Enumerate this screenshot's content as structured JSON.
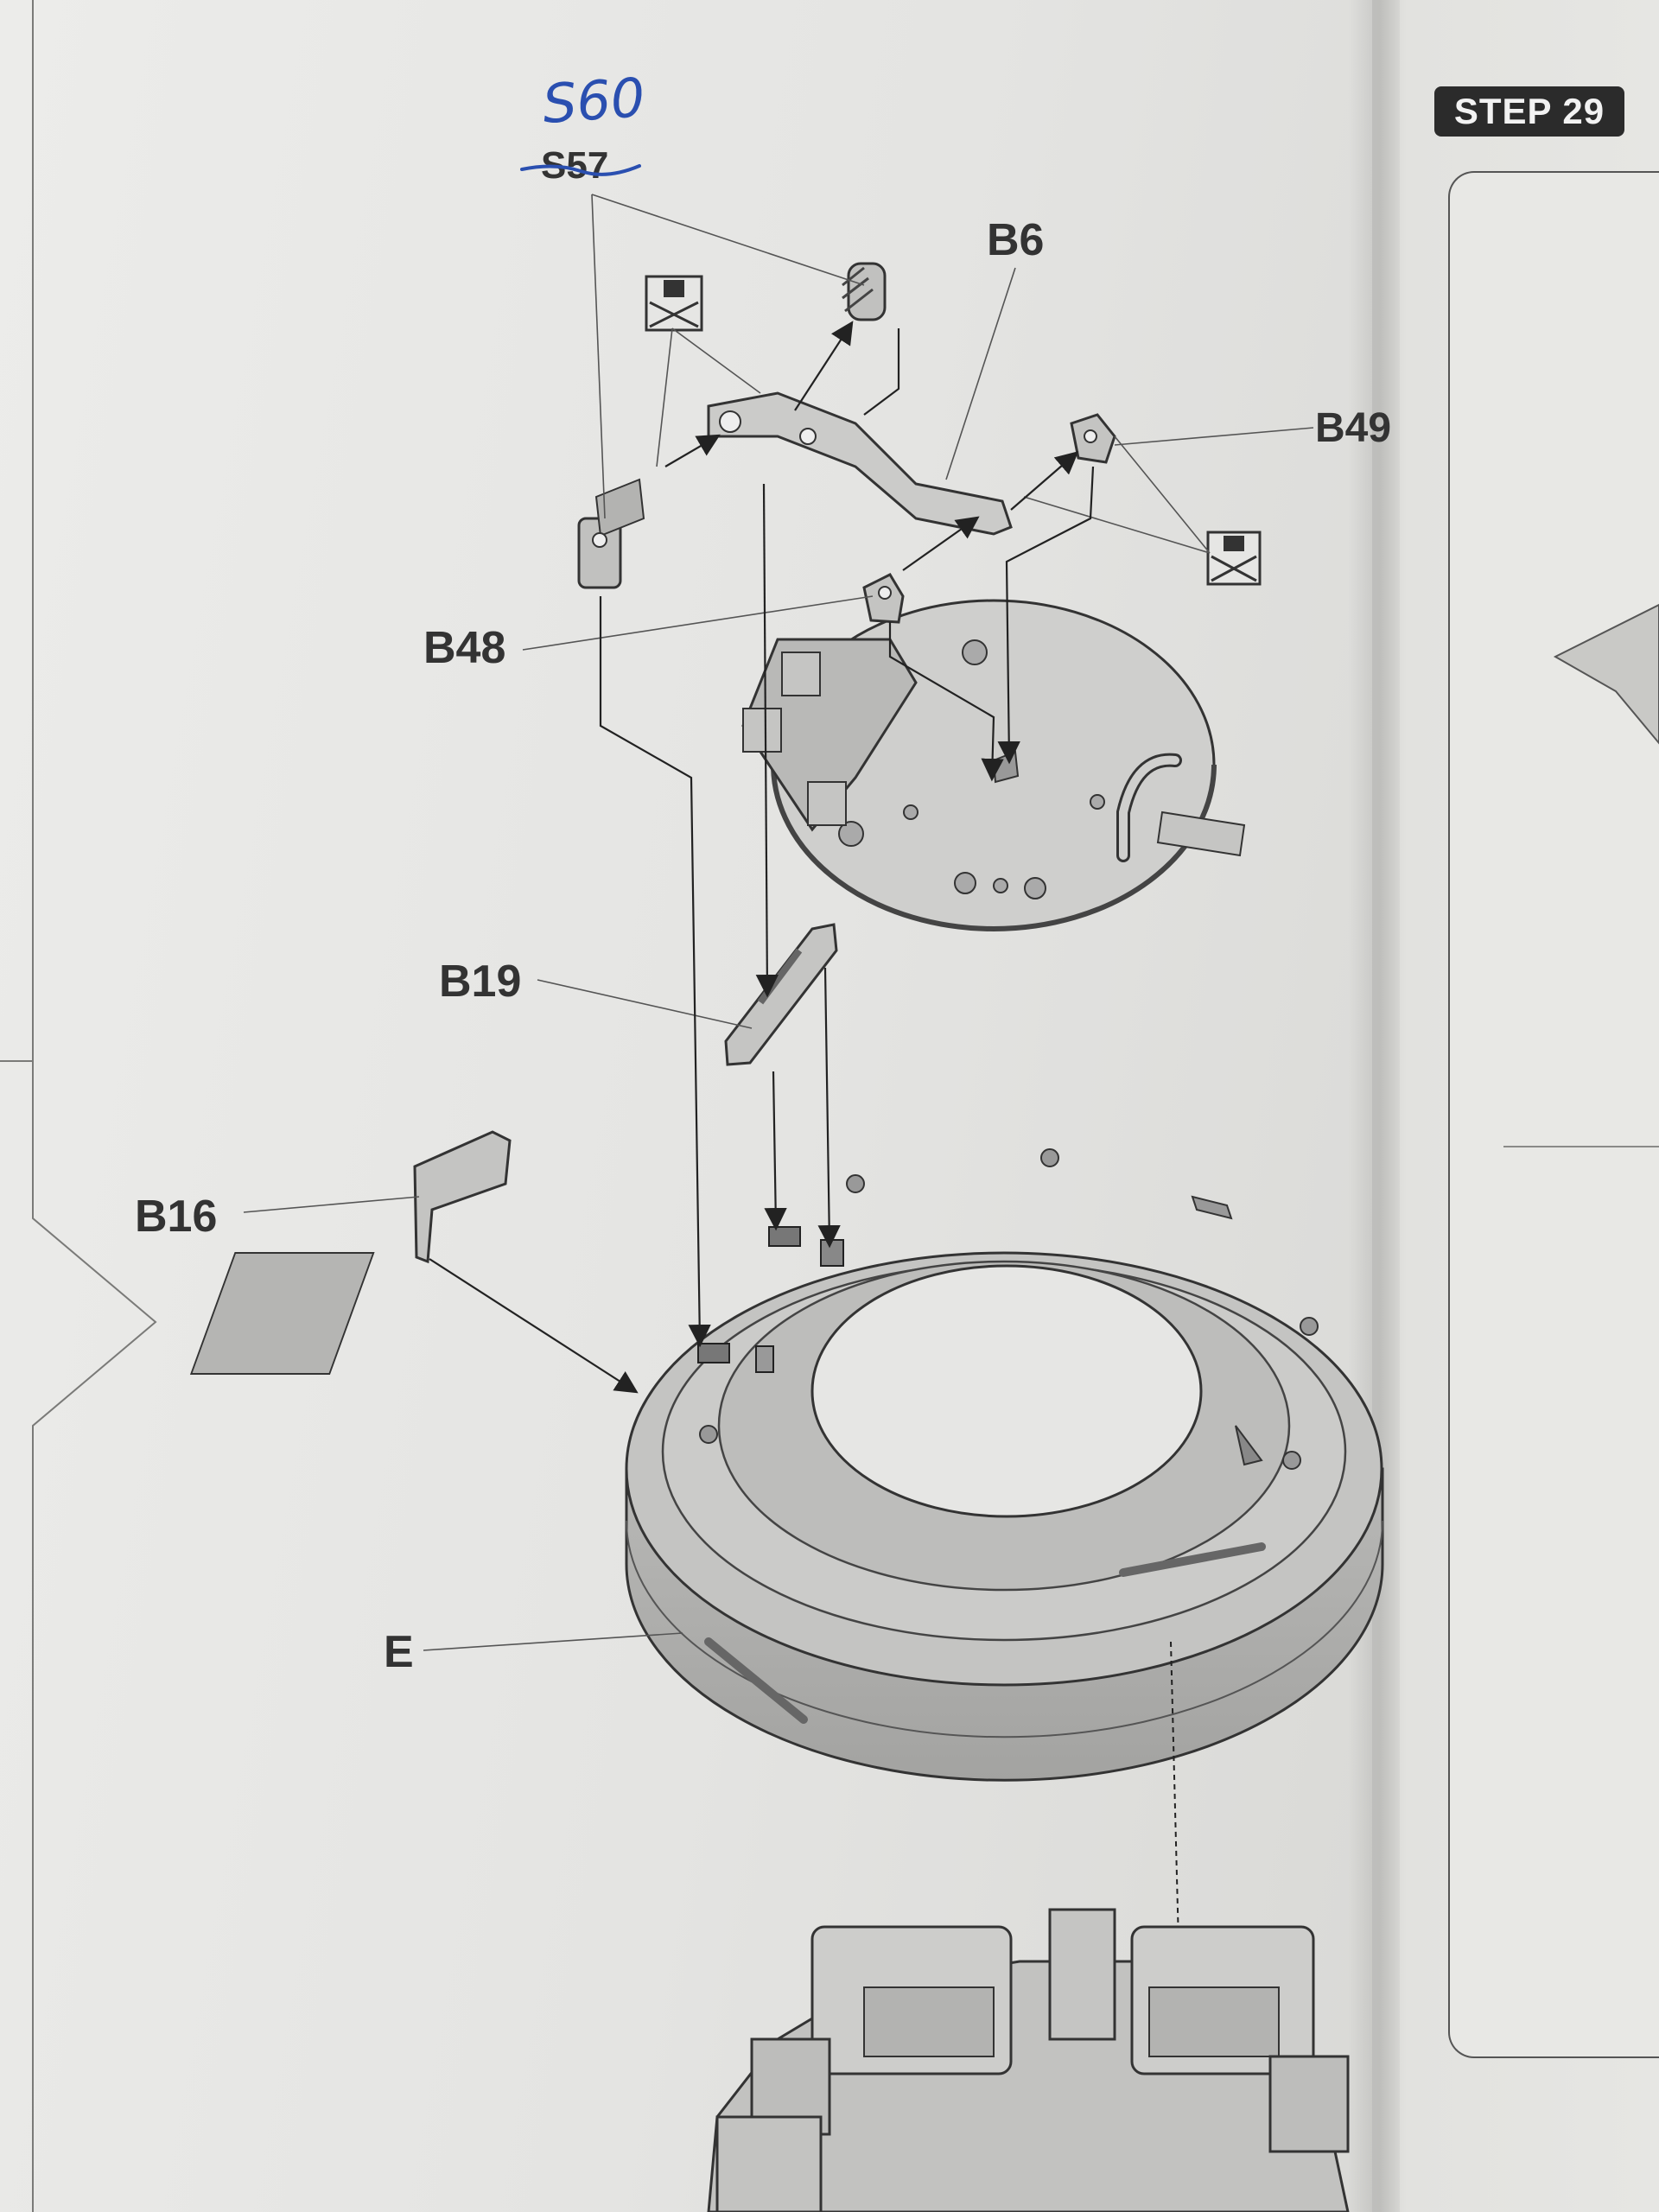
{
  "step": {
    "label": "STEP 29"
  },
  "handwritten_correction": {
    "new_part": "S60",
    "old_part": "S57"
  },
  "part_labels": {
    "b6": "B6",
    "b49": "B49",
    "b48": "B48",
    "b19": "B19",
    "b16": "B16",
    "e": "E"
  },
  "symbols": {
    "glue_free_icon": "do-not-glue-icon"
  }
}
